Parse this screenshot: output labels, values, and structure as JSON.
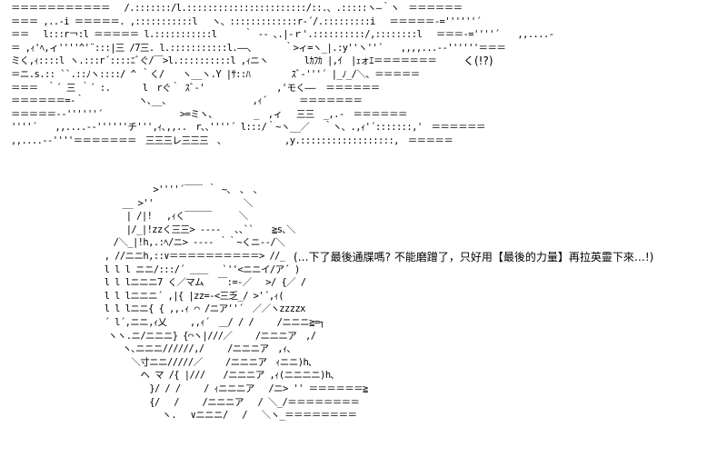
{
  "art_top": [
    "＝＝＝＝＝＝＝＝＝＝＝　 /.:::::::/l.:::::::::::::::::::::::/::.、.:::::ヽ―｀ヽ　＝＝＝＝＝＝",
    "＝＝＝ ,..-i ＝＝＝＝＝. ,:::::::::::l　 ヽ、:::::::::::::r-´/.:::::::::i　 ＝＝＝＝＝-=''''''´",
    "＝＝　 l:::r￢:l ＝＝＝＝＝ l.:::::::::::l　　　｀ -- ､.|-ｒ'.::::::::::/,::::::::l　 ＝＝＝-=''''´　　,,....-",
    "＝ ,ｨ'ﾍ,ィ''''^'¨:::|三 /7三. l.:::::::::::l.――､　　　 ｀>ィ=ヽ_|.:y''ヽ''´　　,,,,...--''''''＝＝＝",
    "ミく,ｨ::::l ヽ.:::r´::::ﾆﾞぐ/￣>l.::::::::::l ,ｨニヽ　　　　lｶﾌｶ |,ｲ　|ｪォｴ＝＝＝＝＝＝＝",
    "＝ニ.s.:: ``.::ﾉヽ::::/ ^ ｀く/　　ヽ__ヽ.Y |ｻ::ﾊ　　　　 ｽﾞ-'''´ |_ﾉ_/＼、＝＝＝＝＝",
    "＝＝＝　｀´ 三 ｀´ :.　　　 l　rぐ｀ ｽﾞ-'　　　　　　　　,'モく――  ＝＝＝＝＝＝",
    "＝＝＝＝＝＝=-｀　　　　　　ヽ､__、　　　　　　　　　 ,ｨ´ 　　　＝＝＝＝＝＝＝",
    "＝＝＝＝＝--''''''´　　　　　　　　 >=ミヽ、　　　　 _　,ィ 　三三　_,.-　＝＝＝＝＝＝",
    "''''´　　,,....--''''''チ''',ｨ､,,..　r､､''''´ l:::/｀~ヽ__／　 ｀ヽ、.,ｨ'´:::::::,'　＝＝＝＝＝＝",
    ",,....--''''＝＝＝＝＝＝＝　三三三レ三三三　､　　　　　　　,y.::::::::::::::::::,　＝＝＝＝＝"
  ],
  "art_bottom": [
    "　　　　　　　　　　　　　　　　>''''´￣￣ ｀ ~､　､　､",
    "　　　　　　　　　　　　 __ >''　　　　　　　　　　＼",
    "　　　　　　　　　　　　　| /|!　 ,ｨく￣￣￣　　　＼",
    "　　　　　　　　　　　　　|/_|!zzく三三> ---- 　､､``　　≧s､＼",
    "　　　　　　　　　　　 /＼_|!h,.:ﾍ/ニ> ---- ｀｀~くニ--/＼",
    "　　　　　　　　　　 , //ニニh,::∨＝＝＝＝＝＝＝＝＝＝> //_",
    "　　　　　　　　　　 l l l ニニ/:::/´ ＿＿　 `''<ニニイ/ア´ )",
    "　　　　　　　　　　 l l lニニニ7 く／マム　 ￣:=-／　 >/ {／ /",
    "　　　　　　　　　　 l l lニニニ´ ,|{ |zz=-<三乏_/ >'´,ｨ(",
    "　　　　　　　　　　 l l lニニ{ { ,,.ｨ ⌒ /ニア''´　／／ヽzzzzx",
    "　　　　　　　　　　 ´ l´,ニニ,ｨ乂　　 ,,ｨ´　＿/ / /　　 /ニニニ≧=┐",
    "　　　　　　　　　　　ヽヽ.ニ/ニニニ} {⌒ヽ|///／　　 /ニニニア　,/",
    "　　　　　　　　　　　　 ヽ､ニニニ//////,/　　 /ニニニア　,ｨ､",
    "　　　　　　　　　　　　　 ＼寸ニニ/////／　　 /ニニニア　ｨニニ)h､",
    "　　　　　　　　　　　　　　 ヘ マ /{ |///　　/ニニニア ,ｨ(ニニニニ)h､",
    "　　　　　　　　　　　　　　　 }/ / /　　 / ｨニニニア　 /ニ> '' ＝＝＝＝＝＝≧",
    "　　　　　　　　　　　　　　　 {/　 /　　 /ニニニア　 / ＼_/＝＝＝＝＝＝＝＝",
    "　　　　　　　　　　　　　　　　　ヽ.　 ∨ニニニ/　 /　 ＼ヽ_＝＝＝＝＝＝＝＝"
  ],
  "speech": {
    "surprise": "く(!?)",
    "thought": "(…下了最後通牒嗎? 不能磨蹭了，只好用【最後的力量】再拉英靈下來…!)"
  }
}
